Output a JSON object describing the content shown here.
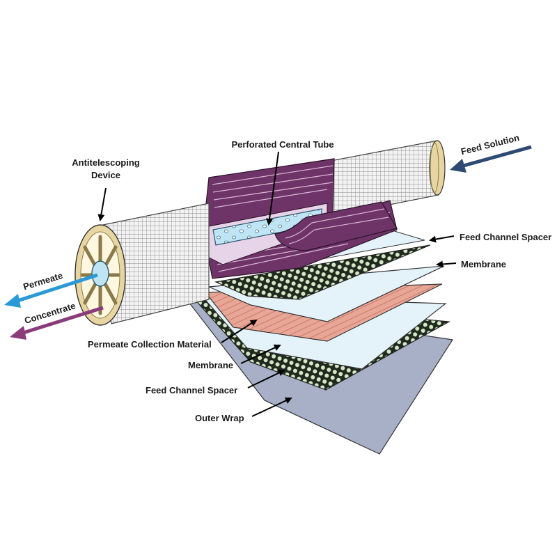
{
  "labels": {
    "antitelescoping_line1": "Antitelescoping",
    "antitelescoping_line2": "Device",
    "perforated_central_tube": "Perforated Central Tube",
    "feed_solution": "Feed Solution",
    "feed_channel_spacer_top": "Feed Channel Spacer",
    "membrane_top": "Membrane",
    "permeate": "Permeate",
    "concentrate": "Concentrate",
    "permeate_collection_material": "Permeate Collection Material",
    "membrane_bottom": "Membrane",
    "feed_channel_spacer_bottom": "Feed Channel Spacer",
    "outer_wrap": "Outer Wrap"
  },
  "colors": {
    "feed_arrow": "#2e4a72",
    "permeate_arrow": "#2a9ad6",
    "concentrate_arrow": "#8b3a7a",
    "wrap_purple": "#6e3468",
    "cap_tan": "#e8d6a2",
    "tube_blue": "#bfe4f4",
    "permeate_sheet": "#e8a696",
    "membrane_sheet": "#e4f2fa",
    "outer_wrap_sheet": "#a8b0c8",
    "spacer_dark": "#1f2a1d",
    "spacer_light": "#d6e8c8"
  }
}
